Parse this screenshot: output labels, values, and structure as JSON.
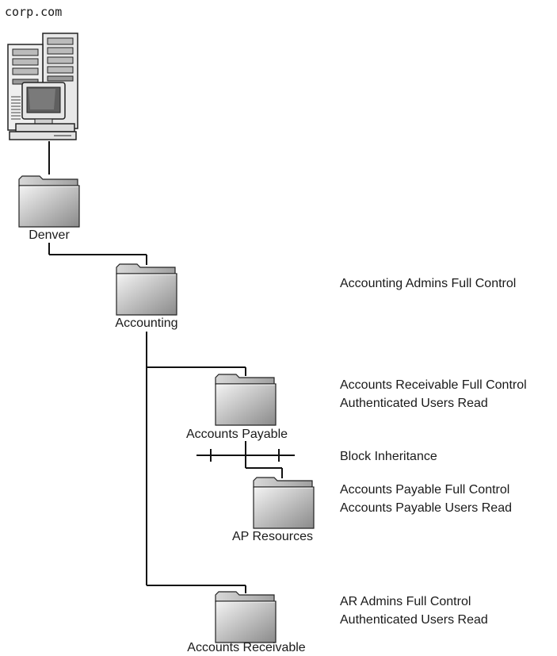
{
  "domain_root": "corp.com",
  "ous": {
    "denver": {
      "label": "Denver"
    },
    "accounting": {
      "label": "Accounting",
      "permissions": [
        "Accounting Admins Full Control"
      ]
    },
    "accounts_payable": {
      "label": "Accounts Payable",
      "permissions": [
        "Accounts Receivable Full Control",
        "Authenticated Users Read"
      ]
    },
    "block": {
      "label": "Block Inheritance"
    },
    "ap_resources": {
      "label": "AP Resources",
      "permissions": [
        "Accounts Payable Full Control",
        "Accounts Payable Users Read"
      ]
    },
    "accounts_receivable": {
      "label": "Accounts Receivable",
      "permissions": [
        "AR Admins Full Control",
        "Authenticated Users Read"
      ]
    }
  },
  "icons": {
    "server": "server-computer-icon",
    "folder": "folder-icon"
  },
  "colors": {
    "line": "#111111",
    "folder_light": "#f2f2f2",
    "folder_dark": "#8c8c8c"
  }
}
